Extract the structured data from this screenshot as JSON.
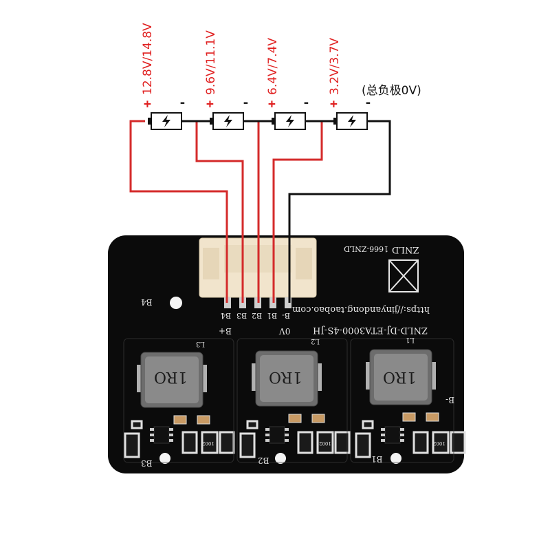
{
  "cells": [
    {
      "voltage": "12.8V/14.8V",
      "plus": "+",
      "minus": "-"
    },
    {
      "voltage": "9.6V/11.1V",
      "plus": "+",
      "minus": "-"
    },
    {
      "voltage": "6.4V/7.4V",
      "plus": "+",
      "minus": "-"
    },
    {
      "voltage": "3.2V/3.7V",
      "plus": "+",
      "minus": "-"
    }
  ],
  "total_negative": "(总负极0V)",
  "board": {
    "brand": "ZNLD",
    "brand_top": "1666-ZNLD",
    "url": "https://jinyandong.taobao.com",
    "model": "ZNLD-DJ-ETA3000-4S-JH",
    "pin_labels": [
      "B4",
      "B3",
      "B2",
      "B1",
      "B-"
    ],
    "bplus": "B+",
    "zero_v": "0V",
    "b4_label": "B4",
    "b_minus_right": "B-",
    "inductor_code": "1RO",
    "inductor_labels": [
      "L3",
      "L2",
      "L1"
    ],
    "channel_labels": [
      "B3",
      "B2",
      "B1"
    ],
    "resistor_code": "1002"
  },
  "colors": {
    "red_wire": "#d42a2a",
    "black_wire": "#111111",
    "pcb": "#0b0b0b",
    "connector": "#f2e6d0",
    "silk": "#e8e8e8"
  }
}
